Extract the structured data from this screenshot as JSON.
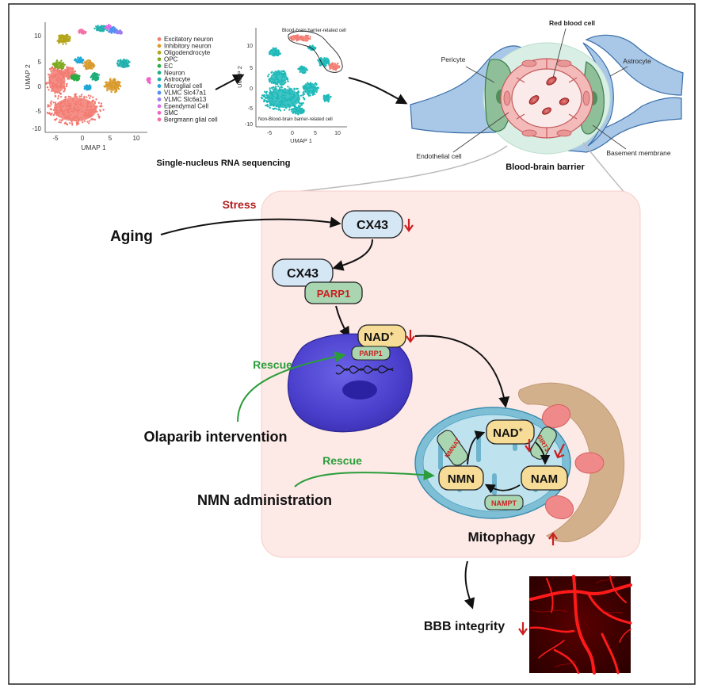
{
  "umap1": {
    "x_label": "UMAP 1",
    "y_label": "UMAP 2",
    "x_ticks": [
      "-5",
      "0",
      "5",
      "10"
    ],
    "y_ticks": [
      "10",
      "5",
      "0",
      "-5",
      "-10"
    ],
    "legend": [
      {
        "label": "Excitatory neuron",
        "color": "#f27b72"
      },
      {
        "label": "Inhibitory neuron",
        "color": "#d89a2b"
      },
      {
        "label": "Oligodendrocyte",
        "color": "#b3a41a"
      },
      {
        "label": "OPC",
        "color": "#7faa21"
      },
      {
        "label": "EC",
        "color": "#2aac45"
      },
      {
        "label": "Neuron",
        "color": "#1fae7c"
      },
      {
        "label": "Astrocyte",
        "color": "#21b0ae"
      },
      {
        "label": "Microglial cell",
        "color": "#1fa7d6"
      },
      {
        "label": "VLMC Slc47a1",
        "color": "#4f8ff2"
      },
      {
        "label": "VLMC Slc6a13",
        "color": "#9a7cf2"
      },
      {
        "label": "Ependymal Cell",
        "color": "#d96ee8"
      },
      {
        "label": "SMC",
        "color": "#f062c8"
      },
      {
        "label": "Bergmann glial cell",
        "color": "#f56ea6"
      }
    ]
  },
  "umap2": {
    "x_label": "UMAP 1",
    "y_label": "UMAP 2",
    "x_ticks": [
      "-5",
      "0",
      "5",
      "10"
    ],
    "y_ticks": [
      "10",
      "5",
      "0",
      "-5",
      "-10"
    ],
    "bbb_label": "Blood-brain barrier-related cell",
    "non_bbb_label": "Non-Blood-brain barrier-related cell",
    "bbb_color": "#f27b72",
    "non_bbb_color": "#1fb8b8"
  },
  "snrna_label": "Single-nucleus RNA sequencing",
  "bbb_labels": {
    "red_blood_cell": "Red blood cell",
    "pericyte": "Pericyte",
    "astrocyte": "Astrocyte",
    "endothelial_cell": "Endothelial cell",
    "basement_membrane": "Basement membrane",
    "title": "Blood-brain barrier"
  },
  "pathway": {
    "stress": "Stress",
    "aging": "Aging",
    "cx43_top": "CX43",
    "cx43_complex": "CX43",
    "parp1_complex": "PARP1",
    "nad_nucleus": "NAD",
    "nad_sup": "+",
    "parp1_nucleus": "PARP1",
    "rescue_1": "Rescue",
    "olaparib": "Olaparib intervention",
    "rescue_2": "Rescue",
    "nmn_admin": "NMN administration",
    "nad_mito": "NAD",
    "nad_mito_sup": "+",
    "nmnat": "NMNAT",
    "sirt3": "SIRT3",
    "nmn": "NMN",
    "nam": "NAM",
    "nampt": "NAMPT",
    "mitophagy": "Mitophagy",
    "bbb_integrity": "BBB integrity"
  },
  "colors": {
    "accent_red": "#cc1f1f",
    "dark_red": "#b01c1c",
    "rescue_green": "#2a9d3a",
    "box_blue": "#d5e6f5",
    "box_yellow": "#f6dc97",
    "box_green": "#a9d5b1",
    "panel_pink": "#fde9e6"
  }
}
